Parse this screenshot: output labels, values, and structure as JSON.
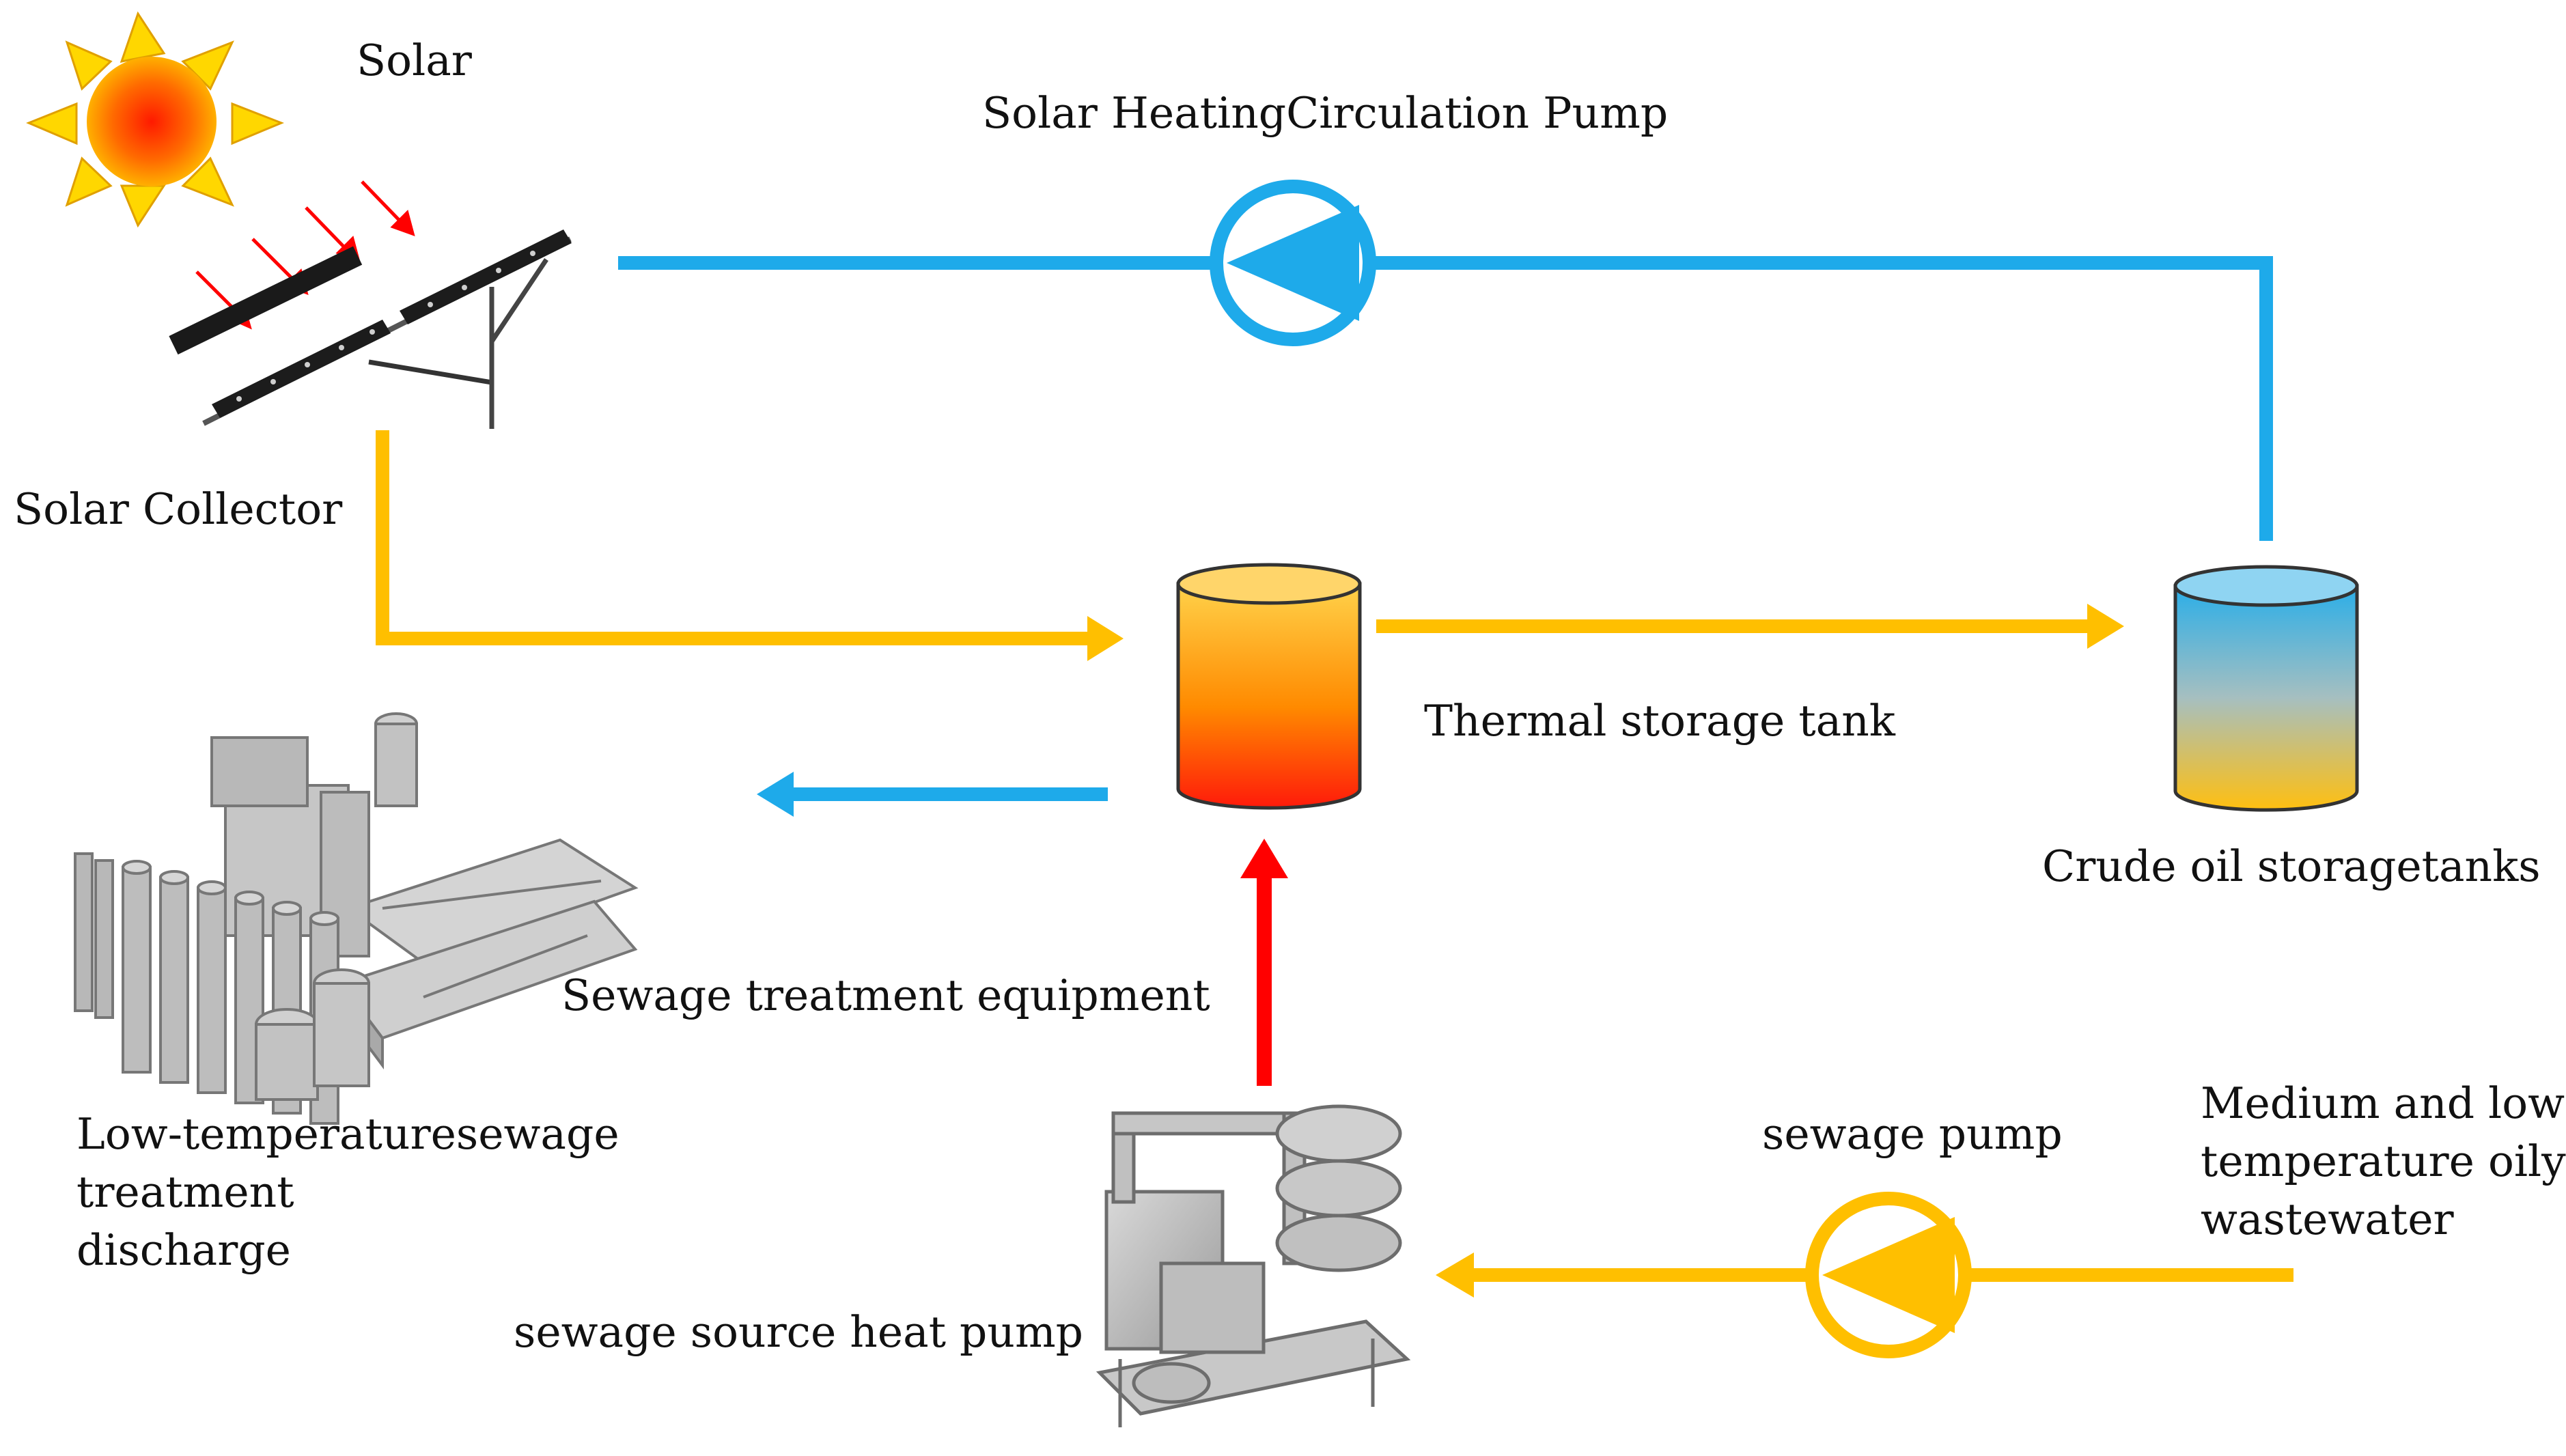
{
  "labels": {
    "solar": "Solar",
    "solar_collector": "Solar Collector",
    "circulation_pump": "Solar HeatingCirculation Pump",
    "thermal_storage_tank": "Thermal storage tank",
    "crude_oil_tanks": "Crude oil storagetanks",
    "sewage_treatment_equipment": "Sewage treatment equipment",
    "discharge_line1": "Low-temperaturesewage",
    "discharge_line2": "treatment",
    "discharge_line3": "discharge",
    "sewage_pump": "sewage pump",
    "wastewater_line1": "Medium and low",
    "wastewater_line2": "temperature oily",
    "wastewater_line3": "wastewater",
    "heat_pump": "sewage source heat pump"
  },
  "colors": {
    "blue_line": "#1eaaea",
    "yellow_line": "#ffbf00",
    "red_line": "#ff0000",
    "sun_ray": "#ffd700",
    "equipment": "#b0b0b0"
  },
  "icons": {
    "sun": "sun-icon",
    "collector": "solar-collector-icon",
    "pump": "pump-icon",
    "tank": "tank-icon",
    "equipment": "equipment-icon"
  }
}
